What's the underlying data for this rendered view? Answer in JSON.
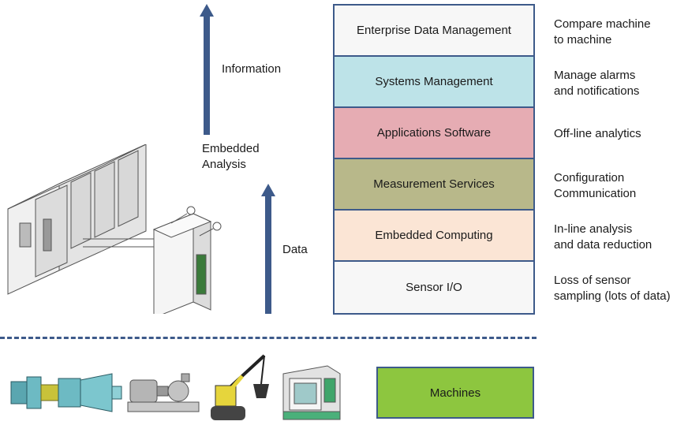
{
  "left": {
    "information_label": "Information",
    "embedded_analysis_label": "Embedded\nAnalysis",
    "data_label": "Data"
  },
  "layers": [
    {
      "label": "Enterprise Data Management",
      "color": "#f7f7f7",
      "note": "Compare machine\nto machine"
    },
    {
      "label": "Systems Management",
      "color": "#bde3e8",
      "note": "Manage alarms\nand notifications"
    },
    {
      "label": "Applications Software",
      "color": "#e6acb3",
      "note": "Off-line analytics"
    },
    {
      "label": "Measurement Services",
      "color": "#b8b88a",
      "note": "Configuration\nCommunication"
    },
    {
      "label": "Embedded Computing",
      "color": "#fbe5d5",
      "note": "In-line analysis\nand data reduction"
    },
    {
      "label": "Sensor I/O",
      "color": "#f7f7f7",
      "note": "Loss of sensor\nsampling (lots of data)"
    }
  ],
  "machines": {
    "label": "Machines",
    "color": "#8dc63f"
  },
  "colors": {
    "arrow": "#3d5a8a",
    "border": "#3d5a8a"
  },
  "icons": [
    "ni-chassis-hardware-icon",
    "turbine-icon",
    "pump-motor-icon",
    "excavator-icon",
    "cnc-machine-icon"
  ]
}
